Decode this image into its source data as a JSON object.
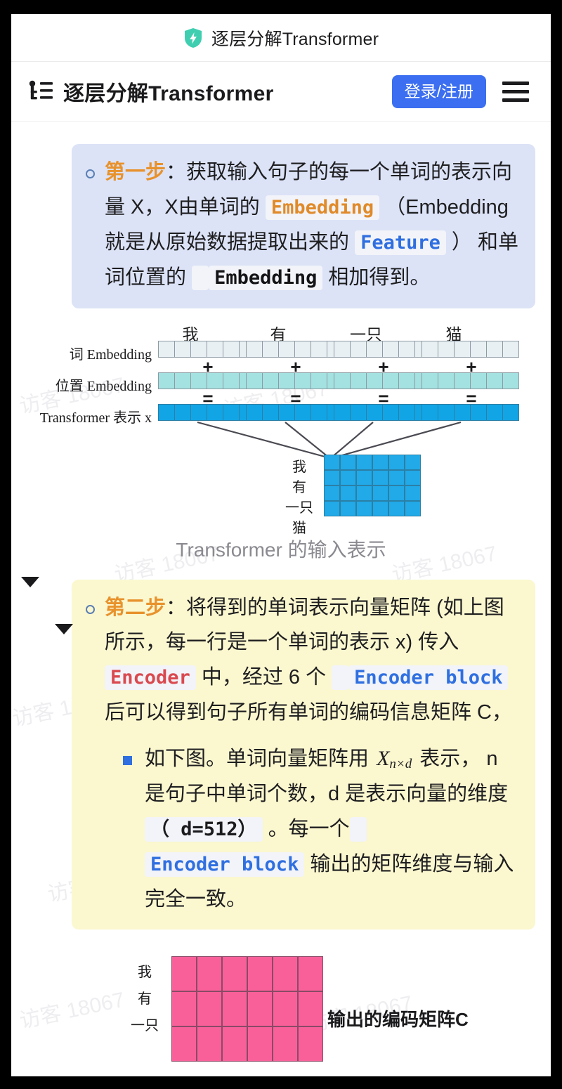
{
  "browser_tab": {
    "favicon_icon": "shield-bolt-icon",
    "title": "逐层分解Transformer"
  },
  "site_header": {
    "logo_icon": "outline-list-logo-icon",
    "title": "逐层分解Transformer",
    "login_label": "登录/注册",
    "menu_icon": "hamburger-menu-icon"
  },
  "watermark": "访客 18067",
  "colors": {
    "accent_blue": "#3b6ef0",
    "callout_blue_bg": "#dce3f7",
    "callout_yellow_bg": "#fbf7cf",
    "step_orange": "#e8922c",
    "code_blue": "#2f6fe0",
    "code_red": "#d9494f",
    "code_orange": "#e08a2a",
    "vector_word": "#e9f0f3",
    "vector_position": "#a3e2e0",
    "vector_transformer": "#12a5e5",
    "matrix_blue": "#21a9e8",
    "matrix_pink": "#f9609a"
  },
  "step_one": {
    "bullet_icon": "circle-outline-bullet-icon",
    "label": "第一步",
    "t1": "：获取输入句子的每一个单词的表示向量 X，X由单词的 ",
    "chip1": "Embedding",
    "t2": " （Embedding就是从原始数据提取出来的 ",
    "chip2": "Feature",
    "t3": " ） 和单词位置的 ",
    "chip3": " ",
    "chip4": "Embedding",
    "t4": " 相加得到。"
  },
  "figure_input": {
    "row_labels": [
      "词 Embedding",
      "位置 Embedding",
      "Transformer 表示 x"
    ],
    "words": [
      "我",
      "有",
      "一只",
      "猫"
    ],
    "operators": [
      "+",
      "="
    ],
    "matrix_rows": 4,
    "matrix_cols": 6,
    "matrix_row_labels": [
      "我",
      "有",
      "一只",
      "猫"
    ],
    "caption": "Transformer 的输入表示"
  },
  "step_two": {
    "bullet_icon": "circle-outline-bullet-icon",
    "label": "第二步",
    "t1": "：将得到的单词表示向量矩阵 (如上图所示，每一行是一个单词的表示 x) 传入 ",
    "chip1": "Encoder",
    "t2": " 中，经过 6 个 ",
    "chip2": " ",
    "chip3": "Encoder block",
    "t3": " 后可以得到句子所有单词的编码信息矩阵 C，",
    "sub": {
      "bullet_icon": "square-bullet-icon",
      "s1": "如下图。单词向量矩阵用 ",
      "math": "X",
      "math_sub": "n×d",
      "s2": " 表示， n 是句子中单词个数，d 是表示向量的维度 ",
      "chip1": "（ d=512）",
      "s3": " 。每一个 ",
      "chip2": " ",
      "chip3": "Encoder block",
      "s4": " 输出的矩阵维度与输入完全一致。"
    }
  },
  "figure_output": {
    "row_labels": [
      "我",
      "有",
      "一只"
    ],
    "matrix_rows": 3,
    "matrix_cols": 6,
    "caption": "输出的编码矩阵C"
  }
}
